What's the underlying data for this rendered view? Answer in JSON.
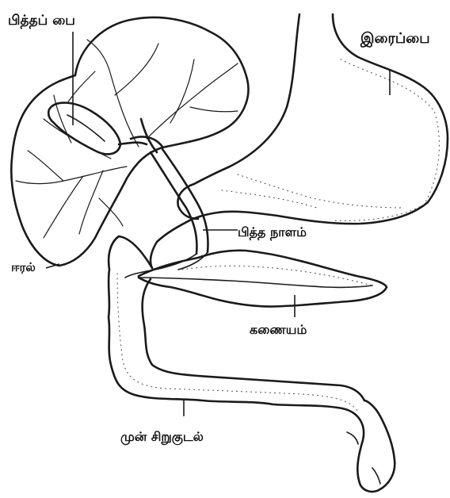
{
  "labels": {
    "gallbladder": "பித்தப் பை",
    "stomach": "இரைப்பை",
    "liver": "ஈரல்",
    "bile_duct": "பித்த நாளம்",
    "pancreas": "கணையம்",
    "duodenum": "முன் சிறுகுடல்"
  },
  "colors": {
    "ink": "#1a1a1a",
    "background": "#ffffff"
  }
}
